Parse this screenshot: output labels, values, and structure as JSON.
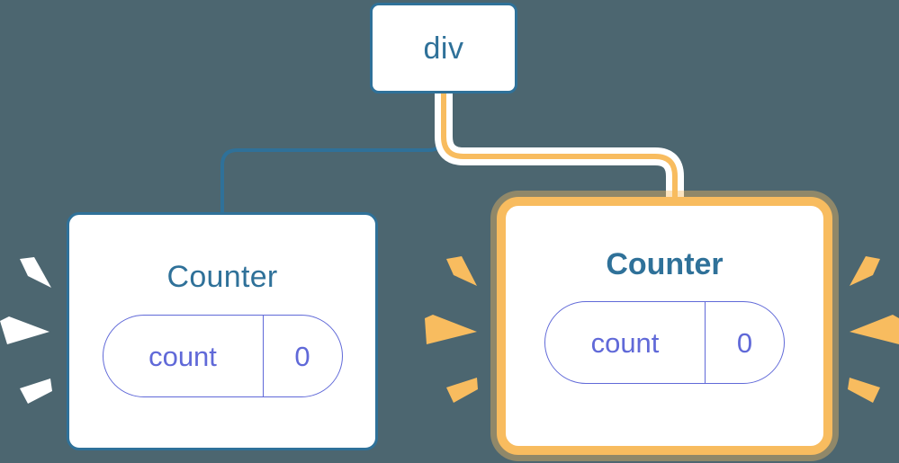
{
  "diagram": {
    "type": "component-tree",
    "background_color": "#4c6670",
    "accent_blue": "#2f7199",
    "accent_orange": "#f8bc5f",
    "accent_purple": "#6069d8",
    "node_fill": "#ffffff"
  },
  "root": {
    "label": "div"
  },
  "counters": [
    {
      "id": "counter-left",
      "title": "Counter",
      "highlighted": false,
      "state_key": "count",
      "state_value": "0",
      "sparkle_color": "#ffffff",
      "edge_color": "#2f7199"
    },
    {
      "id": "counter-right",
      "title": "Counter",
      "highlighted": true,
      "state_key": "count",
      "state_value": "0",
      "sparkle_color": "#f8bc5f",
      "edge_color": "#f8bc5f"
    }
  ],
  "edges": [
    {
      "from": "div",
      "to": "counter-left",
      "color": "#2f7199",
      "highlighted": false
    },
    {
      "from": "div",
      "to": "counter-right",
      "color": "#f8bc5f",
      "highlighted": true
    }
  ],
  "sparkles": {
    "left_of_left_counter": 3,
    "left_of_right_counter": 3,
    "right_of_right_counter": 3
  }
}
